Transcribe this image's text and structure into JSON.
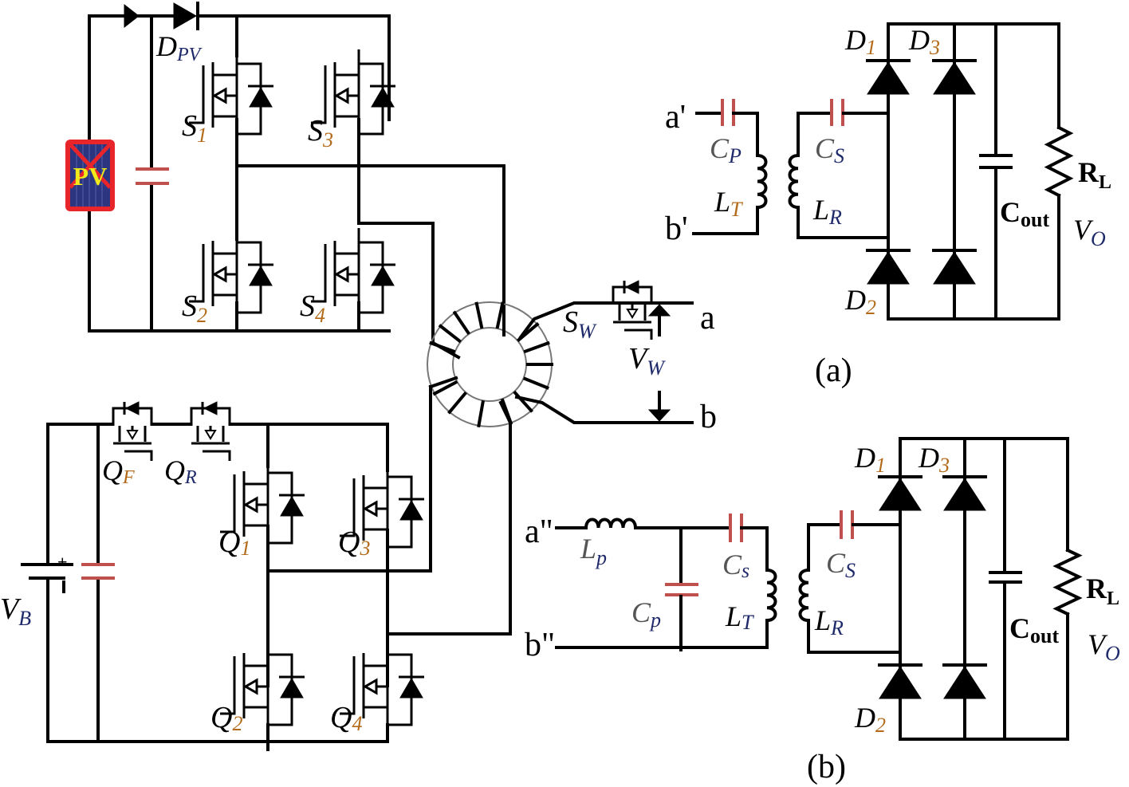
{
  "figure": {
    "panel_a_caption": "(a)",
    "panel_b_caption": "(b)"
  },
  "pv_source": {
    "label": "PV",
    "colors": {
      "frame": "#e8252a",
      "panel": "#2b3580",
      "text": "#f2e91a"
    }
  },
  "upper_bridge": {
    "diode_label": "D",
    "diode_sub": "PV",
    "switches": [
      {
        "name": "S",
        "sub": "1"
      },
      {
        "name": "S",
        "sub": "3"
      },
      {
        "name": "S",
        "sub": "2"
      },
      {
        "name": "S",
        "sub": "4"
      }
    ]
  },
  "lower_bridge": {
    "battery_label": "V",
    "battery_sub": "B",
    "battery_plus": "+",
    "aux_switches": [
      {
        "name": "Q",
        "sub": "F"
      },
      {
        "name": "Q",
        "sub": "R"
      }
    ],
    "switches": [
      {
        "name": "Q",
        "sub": "1"
      },
      {
        "name": "Q",
        "sub": "3"
      },
      {
        "name": "Q",
        "sub": "2"
      },
      {
        "name": "Q",
        "sub": "4"
      }
    ]
  },
  "wireless_switch": {
    "switch_label": "S",
    "switch_sub": "W",
    "voltage_label": "V",
    "voltage_sub": "W",
    "terminal_a": "a",
    "terminal_b": "b"
  },
  "panel_a": {
    "terminal_a": "a'",
    "terminal_b": "b'",
    "cp_label": "C",
    "cp_sub": "P",
    "lt_label": "L",
    "lt_sub": "T",
    "cs_label": "C",
    "cs_sub": "S",
    "lr_label": "L",
    "lr_sub": "R",
    "d1": {
      "name": "D",
      "sub": "1"
    },
    "d2": {
      "name": "D",
      "sub": "2"
    },
    "d3": {
      "name": "D",
      "sub": "3"
    },
    "cout_label": "C",
    "cout_sub": "out",
    "rl_label": "R",
    "rl_sub": "L",
    "vo_label": "V",
    "vo_sub": "O"
  },
  "panel_b": {
    "terminal_a": "a\"",
    "terminal_b": "b\"",
    "lp_label": "L",
    "lp_sub": "p",
    "cp_label": "C",
    "cp_sub": "p",
    "cs1_label": "C",
    "cs1_sub": "s",
    "lt_label": "L",
    "lt_sub": "T",
    "cs2_label": "C",
    "cs2_sub": "S",
    "lr_label": "L",
    "lr_sub": "R",
    "d1": {
      "name": "D",
      "sub": "1"
    },
    "d2": {
      "name": "D",
      "sub": "2"
    },
    "d3": {
      "name": "D",
      "sub": "3"
    },
    "cout_label": "C",
    "cout_sub": "out",
    "rl_label": "R",
    "rl_sub": "L",
    "vo_label": "V",
    "vo_sub": "O"
  },
  "colors": {
    "wire": "#000000",
    "capacitor_accent": "#c0504d",
    "subscript_blue": "#1f2a6b",
    "subscript_orange": "#b36b1a"
  }
}
